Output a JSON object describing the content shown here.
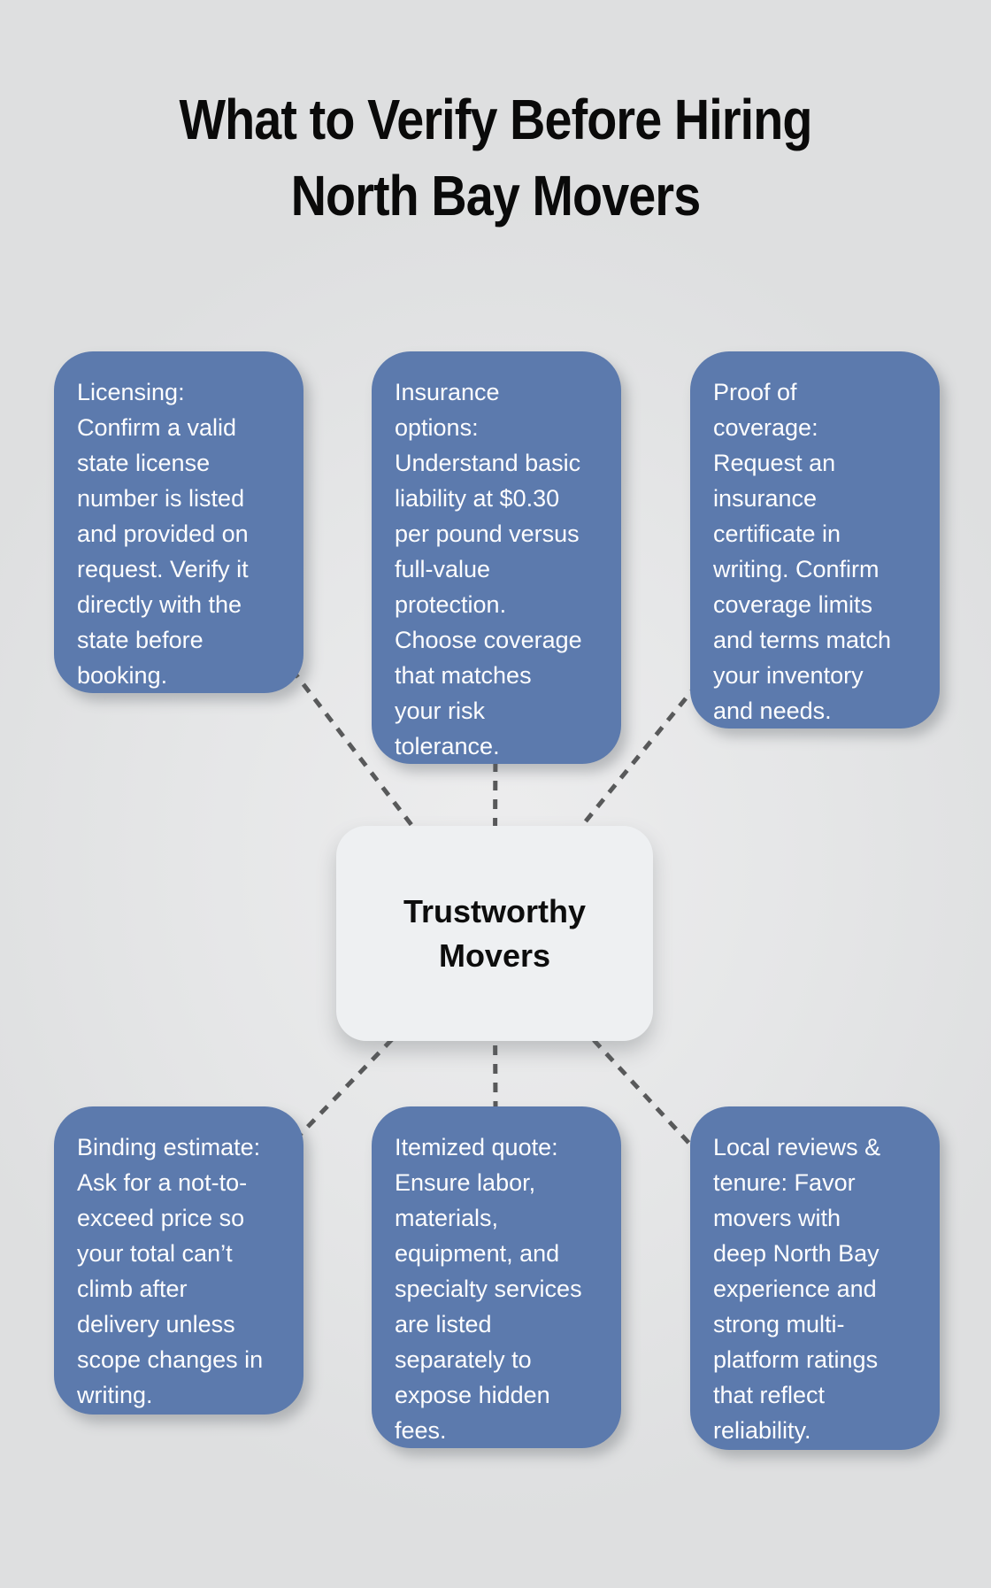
{
  "title": {
    "line1": "What to Verify Before Hiring",
    "line2": "North Bay Movers"
  },
  "center": {
    "label": "Trustworthy\nMovers"
  },
  "nodes": [
    {
      "id": "licensing",
      "text": "Licensing:\nConfirm a valid\nstate license\nnumber is listed\nand provided on\nrequest. Verify it\ndirectly with the\nstate before\nbooking."
    },
    {
      "id": "insurance-options",
      "text": "Insurance\noptions:\nUnderstand basic\nliability at $0.30\nper pound versus\nfull-value\nprotection.\nChoose coverage\nthat matches\nyour risk\ntolerance."
    },
    {
      "id": "proof-of-coverage",
      "text": "Proof of\ncoverage:\nRequest an\ninsurance\ncertificate in\nwriting. Confirm\ncoverage limits\nand terms match\nyour inventory\nand needs."
    },
    {
      "id": "binding-estimate",
      "text": "Binding estimate:\nAsk for a not-to-\nexceed price so\nyour total can’t\nclimb after\ndelivery unless\nscope changes in\nwriting."
    },
    {
      "id": "itemized-quote",
      "text": "Itemized quote:\nEnsure labor,\nmaterials,\nequipment, and\nspecialty services\nare listed\nseparately to\nexpose hidden\nfees."
    },
    {
      "id": "local-reviews",
      "text": "Local reviews &\ntenure: Favor\nmovers with\ndeep North Bay\nexperience and\nstrong multi-\nplatform ratings\nthat reflect\nreliability."
    }
  ],
  "colors": {
    "background": "#e0e1e2",
    "node_bg": "#5c7aad",
    "node_text": "#fdfdfe",
    "center_bg": "#eef0f2",
    "center_text": "#0d0d0d",
    "connector": "#58595a",
    "title_color": "#0a0a0a"
  }
}
